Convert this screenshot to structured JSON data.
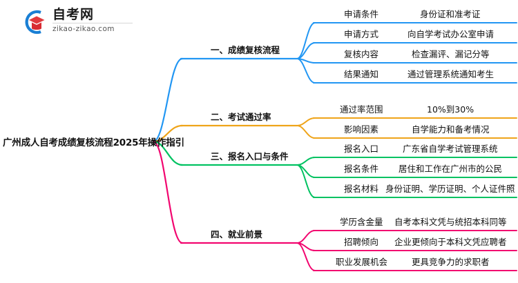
{
  "logo": {
    "icon": "graduation-cap-logo-icon",
    "cn_name": "自考网",
    "domain": "zikao-zikao.com",
    "arc_color": "#1A7FD4",
    "cap_color": "#E0393E"
  },
  "root": {
    "title": "广州成人自考成绩复核流程2025年操作指引"
  },
  "branches": [
    {
      "label": "一、成绩复核流程",
      "color": "#2196F3",
      "items": [
        {
          "key": "申请条件",
          "value": "身份证和准考证"
        },
        {
          "key": "申请方式",
          "value": "向自学考试办公室申请"
        },
        {
          "key": "复核内容",
          "value": "检查漏评、漏记分等"
        },
        {
          "key": "结果通知",
          "value": "通过管理系统通知考生"
        }
      ]
    },
    {
      "label": "二、考试通过率",
      "color": "#EFA419",
      "items": [
        {
          "key": "通过率范围",
          "value": "10%到30%"
        },
        {
          "key": "影响因素",
          "value": "自学能力和备考情况"
        }
      ]
    },
    {
      "label": "三、报名入口与条件",
      "color": "#00C261",
      "items": [
        {
          "key": "报名入口",
          "value": "广东省自学考试管理系统"
        },
        {
          "key": "报名条件",
          "value": "居住和工作在广州市的公民"
        },
        {
          "key": "报名材料",
          "value": "身份证明、学历证明、个人证件照"
        }
      ]
    },
    {
      "label": "四、就业前景",
      "color": "#F2056F",
      "items": [
        {
          "key": "学历含金量",
          "value": "自考本科文凭与统招本科同等"
        },
        {
          "key": "招聘倾向",
          "value": "企业更倾向于本科文凭应聘者"
        },
        {
          "key": "职业发展机会",
          "value": "更具竞争力的求职者"
        }
      ]
    }
  ]
}
